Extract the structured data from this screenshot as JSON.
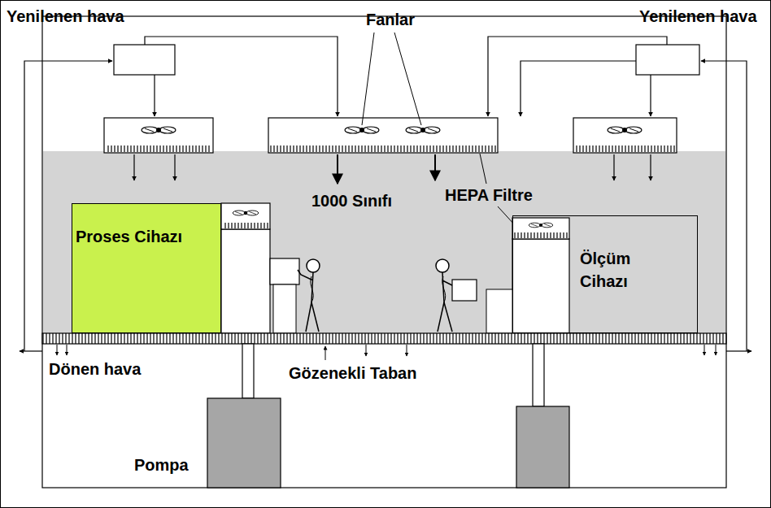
{
  "diagram": {
    "nodes": [
      {
        "text": [
          "1000 Sınıfı"
        ]
      },
      {
        "text": [
          "Proses Cihazı"
        ],
        "in": 0
      },
      {
        "text": [
          "Ölçüm Cihazı"
        ],
        "in": 0
      }
    ],
    "labels": [
      "Yenilenen hava",
      "Yenilenen hava",
      "Fanlar",
      "HEPA Filtre",
      "Dönen hava",
      "Gözenekli Taban",
      "Pompa"
    ]
  }
}
